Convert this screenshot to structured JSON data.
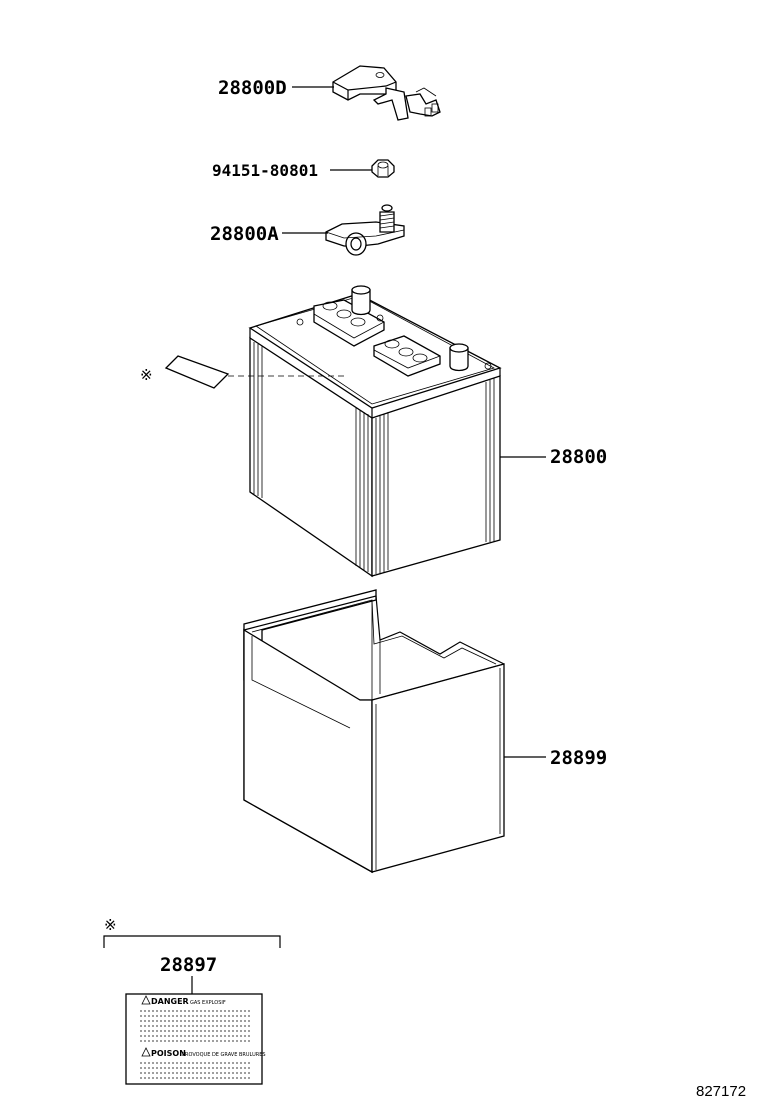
{
  "parts": {
    "cover": "28800D",
    "nut": "94151-80801",
    "terminal": "28800A",
    "battery": "28800",
    "tray": "28899",
    "label": "28897"
  },
  "note_mark": "※",
  "label_card": {
    "danger": "DANGER",
    "danger_sub": "GAS EXPLOSIF",
    "poison": "POISON",
    "poison_sub": "PROVOQUE DE GRAVE BRULURES"
  },
  "drawing_code": "827172"
}
